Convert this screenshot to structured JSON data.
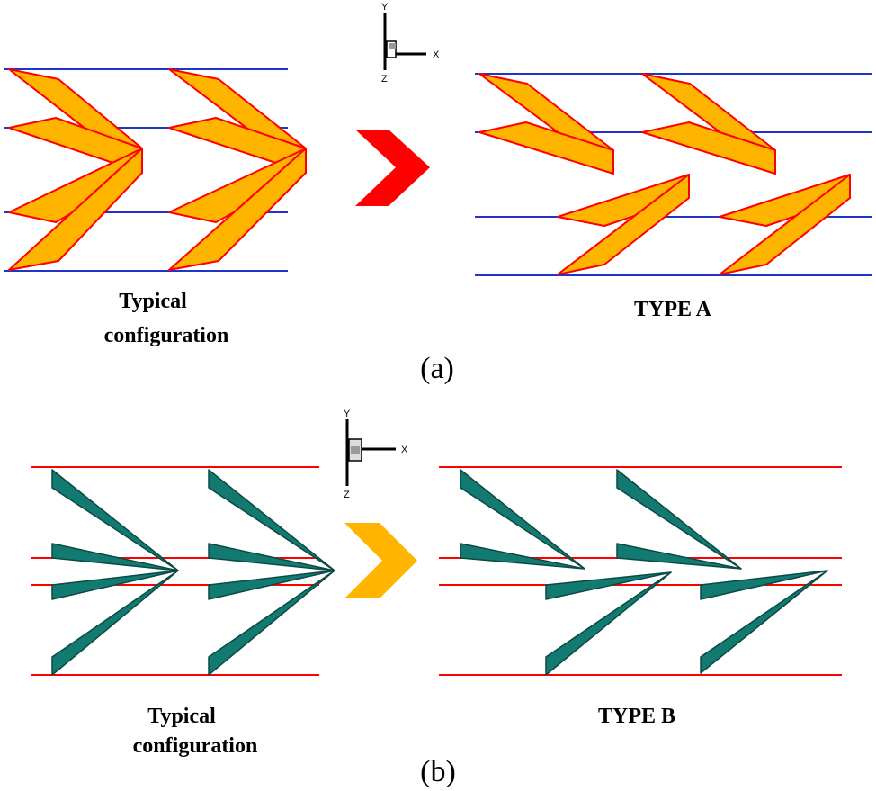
{
  "panel_a": {
    "left_label_line1": "Typical",
    "left_label_line2": "configuration",
    "right_label": "TYPE A",
    "caption": "(a)",
    "axes": {
      "y": "Y",
      "x": "X",
      "z": "Z"
    },
    "colors": {
      "fill": "#FFB400",
      "edge": "#FF0000",
      "line": "#2233CC",
      "arrow": "#FF0000"
    }
  },
  "panel_b": {
    "left_label_line1": "Typical",
    "left_label_line2": "configuration",
    "right_label": "TYPE B",
    "caption": "(b)",
    "axes": {
      "y": "Y",
      "x": "X",
      "z": "Z"
    },
    "colors": {
      "fill": "#127A70",
      "edge": "#0A4A44",
      "line": "#FF0000",
      "arrow": "#FFB400"
    }
  }
}
